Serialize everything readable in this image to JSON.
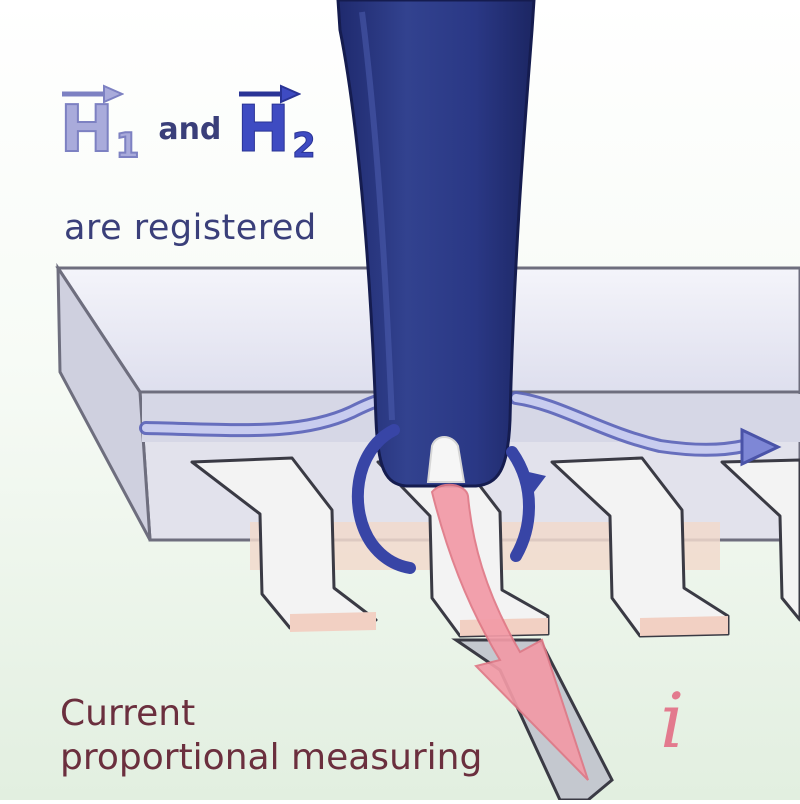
{
  "labels": {
    "h1_letter": "H",
    "h1_subscript": "1",
    "and_word": "and",
    "h2_letter": "H",
    "h2_subscript": "2",
    "registered": "are registered",
    "current_line1": "Current",
    "current_line2": "proportional measuring",
    "current_symbol": "i"
  },
  "colors": {
    "background_top": "#ffffff",
    "background_bottom": "#e4f0e2",
    "probe": "#27357f",
    "chip_body": "#e6e6f0",
    "chip_edge": "#bdbdd0",
    "pin_fill": "#f3f3f3",
    "pin_tip": "#f2d7c8",
    "h1_color": "#a9abdb",
    "h2_color": "#3e4bc2",
    "text_dark": "#3a3f7a",
    "current_text": "#6b2f3e",
    "current_arrow": "#f29aa6"
  }
}
